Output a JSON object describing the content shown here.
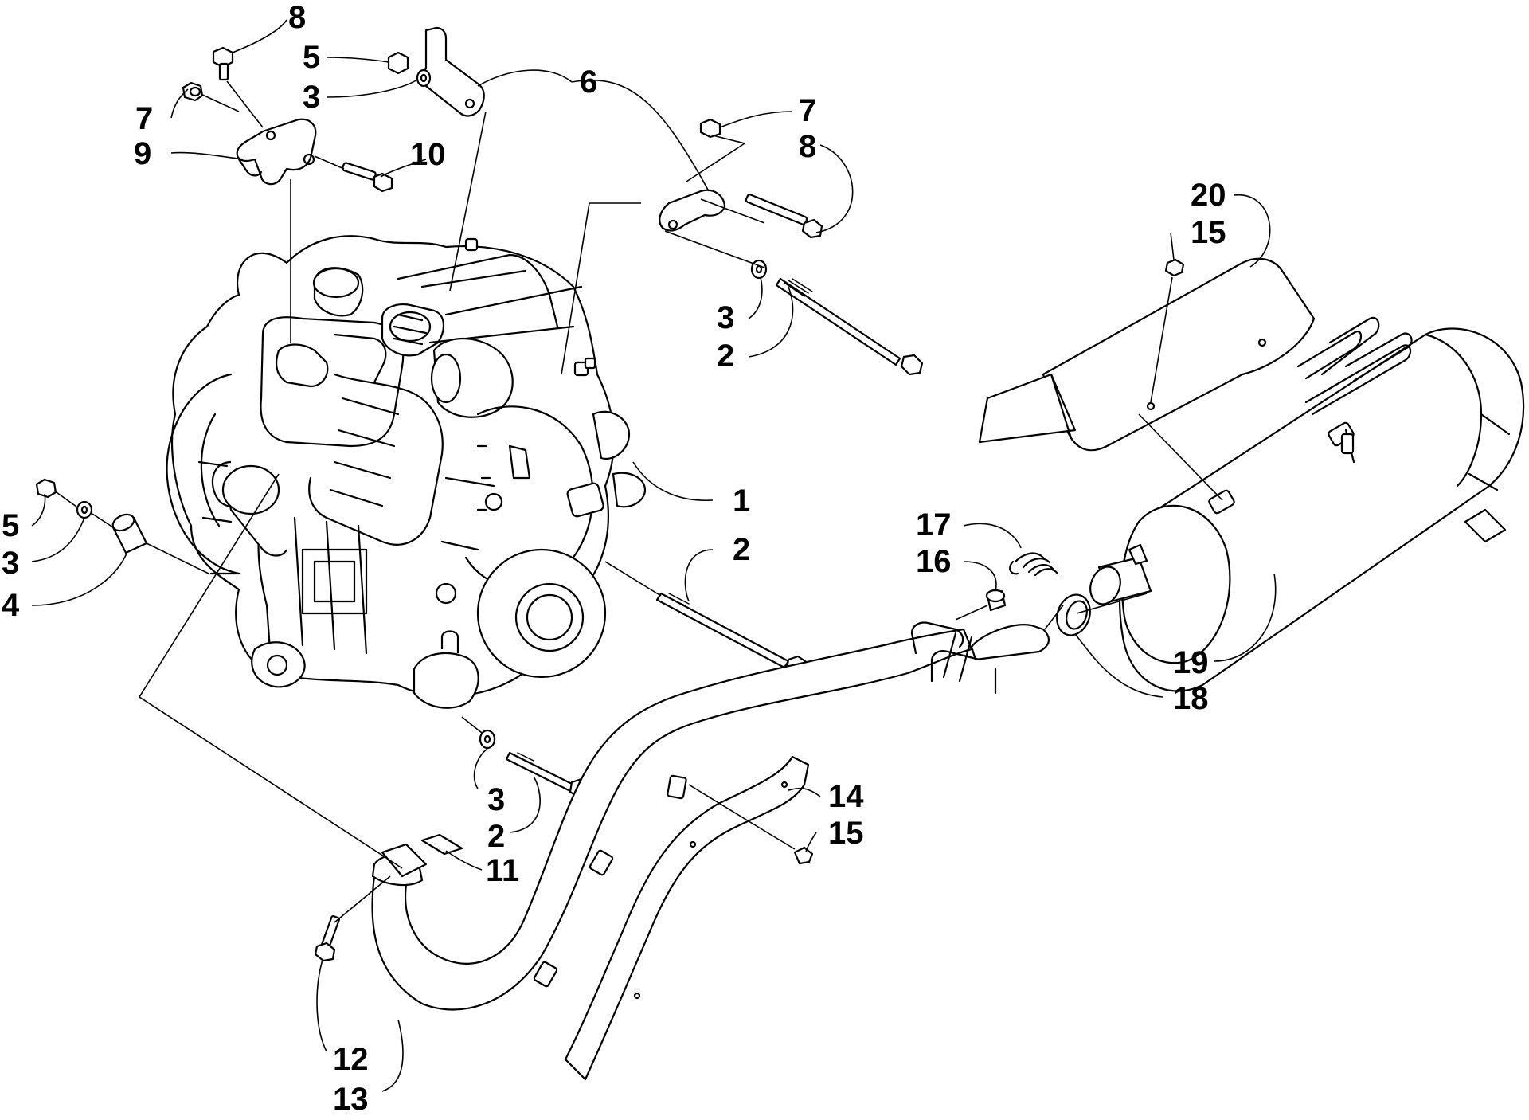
{
  "callouts": [
    {
      "id": "c8a",
      "label": "8"
    },
    {
      "id": "c5a",
      "label": "5"
    },
    {
      "id": "c3a",
      "label": "3"
    },
    {
      "id": "c6",
      "label": "6"
    },
    {
      "id": "c7a",
      "label": "7"
    },
    {
      "id": "c9",
      "label": "9"
    },
    {
      "id": "c10",
      "label": "10"
    },
    {
      "id": "c7b",
      "label": "7"
    },
    {
      "id": "c8b",
      "label": "8"
    },
    {
      "id": "c20",
      "label": "20"
    },
    {
      "id": "c15a",
      "label": "15"
    },
    {
      "id": "c3b",
      "label": "3"
    },
    {
      "id": "c2a",
      "label": "2"
    },
    {
      "id": "c1",
      "label": "1"
    },
    {
      "id": "c2b",
      "label": "2"
    },
    {
      "id": "c17",
      "label": "17"
    },
    {
      "id": "c16",
      "label": "16"
    },
    {
      "id": "c5b",
      "label": "5"
    },
    {
      "id": "c3c",
      "label": "3"
    },
    {
      "id": "c4",
      "label": "4"
    },
    {
      "id": "c19",
      "label": "19"
    },
    {
      "id": "c18",
      "label": "18"
    },
    {
      "id": "c3d",
      "label": "3"
    },
    {
      "id": "c2c",
      "label": "2"
    },
    {
      "id": "c14",
      "label": "14"
    },
    {
      "id": "c15b",
      "label": "15"
    },
    {
      "id": "c11",
      "label": "11"
    },
    {
      "id": "c12",
      "label": "12"
    },
    {
      "id": "c13",
      "label": "13"
    }
  ]
}
